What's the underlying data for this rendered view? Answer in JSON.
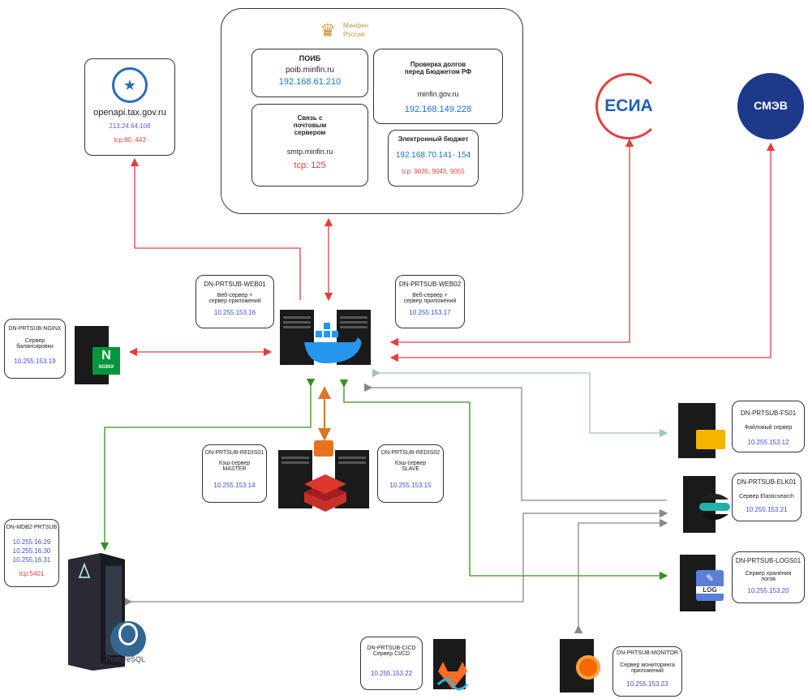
{
  "minfin": {
    "logo_text_1": "Минфин",
    "logo_text_2": "России",
    "poib": {
      "title": "ПОИБ",
      "host": "poib.minfin.ru",
      "ip": "192.168.61.210"
    },
    "debts": {
      "title_1": "Проверка долгов",
      "title_2": "перед Бюджетом РФ",
      "host": "minfin.gov.ru",
      "ip": "192.168.149.228"
    },
    "mail": {
      "title_1": "Связь с",
      "title_2": "почтовым",
      "title_3": "сервером",
      "host": "smtp.minfin.ru",
      "port": "tcp: 125"
    },
    "budget": {
      "title": "Электронный бюджет",
      "ip": "192.168.70.141- 154",
      "ports": "tcp: 9035, 9045, 9055"
    }
  },
  "tax": {
    "host": "openapi.tax.gov.ru",
    "ip": "213.24.64.108",
    "ports": "tcp:80, 443"
  },
  "esia": {
    "label": "ЕСИА"
  },
  "smev": {
    "label": "СМЭВ"
  },
  "web01": {
    "name": "DN-PRTSUB-WEB01",
    "desc_1": "Веб-сервер +",
    "desc_2": "сервер приложений",
    "ip": "10.255.153.16"
  },
  "web02": {
    "name": "DN-PRTSUB-WEB02",
    "desc_1": "Веб-сервер +",
    "desc_2": "сервер приложений",
    "ip": "10.255.153.17"
  },
  "nginx": {
    "name": "DN-PRTSUB-NGINX",
    "desc_1": "Сервер",
    "desc_2": "балансировки",
    "ip": "10.255.153.19",
    "logo": "NGINX"
  },
  "redis01": {
    "name": "DN-PRTSUB-REDIS01",
    "desc_1": "Кэш-сервер",
    "desc_2": "MASTER",
    "ip": "10.255.153.14"
  },
  "redis02": {
    "name": "DN-PRTSUB-REDIS02",
    "desc_1": "Кэш-сервер",
    "desc_2": "SLAVE",
    "ip": "10.255.153.15"
  },
  "mdb": {
    "name": "DN-MDB2-PRTSUB",
    "ip_1": "10.255.16.29",
    "ip_2": "10.255.16.30",
    "ip_3": "10.255.16.31",
    "port": "tcp:5401",
    "pg_label": "PostgreSQL"
  },
  "fs": {
    "name": "DN-PRTSUB-FS01",
    "desc": "Файловый сервер",
    "ip": "10.255.153.12"
  },
  "elk": {
    "name": "DN-PRTSUB-ELK01",
    "desc": "Сервер Elasticsearch",
    "ip": "10.255.153.21"
  },
  "logs": {
    "name": "DN-PRTSUB-LOGS01",
    "desc_1": "Сервер хранения",
    "desc_2": "логов",
    "ip": "10.255.153.20",
    "log_label": "LOG"
  },
  "cicd": {
    "name": "DN-PRTSUB-CICD",
    "desc": "Сервер CI/CD",
    "ip": "10.255.153.22"
  },
  "monitor": {
    "name": "DN-PRTSUB-MONITOR",
    "desc_1": "Сервер мониторинга",
    "desc_2": "приложений",
    "ip": "10.255.153.23"
  },
  "colors": {
    "red": "#e04040",
    "green": "#3a8f1f",
    "orange": "#d8782a",
    "gray": "#888888",
    "lightgreen": "#9cc8b0",
    "esia_blue": "#1f5fb0",
    "smev_navy": "#1d3a8a"
  }
}
